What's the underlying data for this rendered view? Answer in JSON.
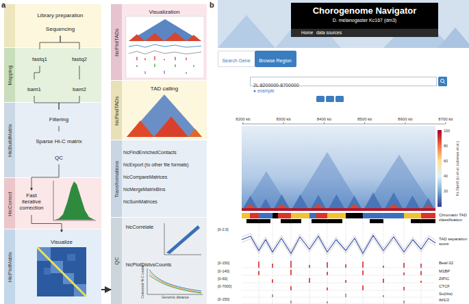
{
  "diagram": {
    "nodes": [
      {
        "text": [
          "Library preparation"
        ]
      },
      {
        "text": [
          "Sequencing"
        ]
      },
      {
        "text": [
          "Mapping"
        ]
      },
      {
        "text": [
          "fastq1"
        ],
        "in": 2
      },
      {
        "text": [
          "fastq2"
        ],
        "in": 2
      },
      {
        "text": [
          "bam1"
        ],
        "in": 2
      },
      {
        "text": [
          "bam2"
        ],
        "in": 2
      },
      {
        "text": [
          "HicBuildMatrix"
        ]
      },
      {
        "text": [
          "Filtering"
        ],
        "in": 7
      },
      {
        "text": [
          "Sparse Hi-C matrix"
        ],
        "in": 7
      },
      {
        "text": [
          "QC"
        ],
        "in": 7
      },
      {
        "text": [
          "HicCorrect"
        ]
      },
      {
        "text": [
          "Fast iterative correction"
        ],
        "in": 11
      },
      {
        "text": [
          "HicPlotMatrix"
        ]
      },
      {
        "text": [
          "Visualize"
        ],
        "in": 13
      },
      {
        "text": [
          "hicPlotTADs"
        ]
      },
      {
        "text": [
          "Visualization"
        ],
        "in": 15
      },
      {
        "text": [
          "hicFindTADs"
        ]
      },
      {
        "text": [
          "TAD calling"
        ],
        "in": 17
      },
      {
        "text": [
          "Transformations",
          "hicFindEnrichedContacts",
          "hicExport (to other file formats)",
          "hicCompareMatrices",
          "hicMergeMatrixBins",
          "hicSumMatrices"
        ]
      },
      {
        "text": [
          "QC"
        ]
      },
      {
        "text": [
          "hicCorrelate"
        ],
        "in": 20
      },
      {
        "text": [
          "hicPlotDistvsCounts"
        ],
        "in": 20
      },
      {
        "text": [
          "Chorogenome Navigator",
          "D. melanogaster Kc167 (dm3)"
        ]
      },
      {
        "text": [
          "Search Gene"
        ]
      },
      {
        "text": [
          "Browse Region"
        ]
      },
      {
        "text": [
          "2L:8200000-8700000"
        ]
      }
    ],
    "edges": [
      {
        "from": 1,
        "to": 3,
        "arrow": "none"
      },
      {
        "from": 1,
        "to": 4,
        "arrow": "none"
      },
      {
        "from": 3,
        "to": 5,
        "arrow": "none"
      },
      {
        "from": 4,
        "to": 6,
        "arrow": "none"
      },
      {
        "from": 5,
        "to": 8,
        "arrow": "none"
      },
      {
        "from": 6,
        "to": 8,
        "arrow": "none"
      },
      {
        "from": 8,
        "to": 9,
        "arrow": "none"
      },
      {
        "from": 9,
        "to": 10,
        "arrow": "none"
      },
      {
        "from": 10,
        "to": 12,
        "arrow": "to"
      },
      {
        "from": 12,
        "to": 14,
        "arrow": "to"
      },
      {
        "from": 13,
        "to": 20,
        "arrow": "to"
      }
    ],
    "labels": [
      "a",
      "b",
      "Home",
      "data sources",
      "example",
      "8200 kb",
      "8300 kb",
      "8400 kb",
      "8500 kb",
      "8600 kb",
      "8700 kb",
      "100",
      "80",
      "60",
      "40",
      "20",
      "Kc DpnII (Li et al. cubenas et al.)",
      "Chromatin TAD classification",
      "TAD separation score",
      "[0-2.0]",
      "Beaf-32",
      "[0-150]",
      "M1BP",
      "[0-140]",
      "ZIPIC",
      "[0-60]",
      "CTCF",
      "[0-7000]",
      "Su(Hw)",
      "[0-150]",
      "Ibf1/2",
      "Corrected Hi-C counts",
      "Genomic distance"
    ]
  }
}
